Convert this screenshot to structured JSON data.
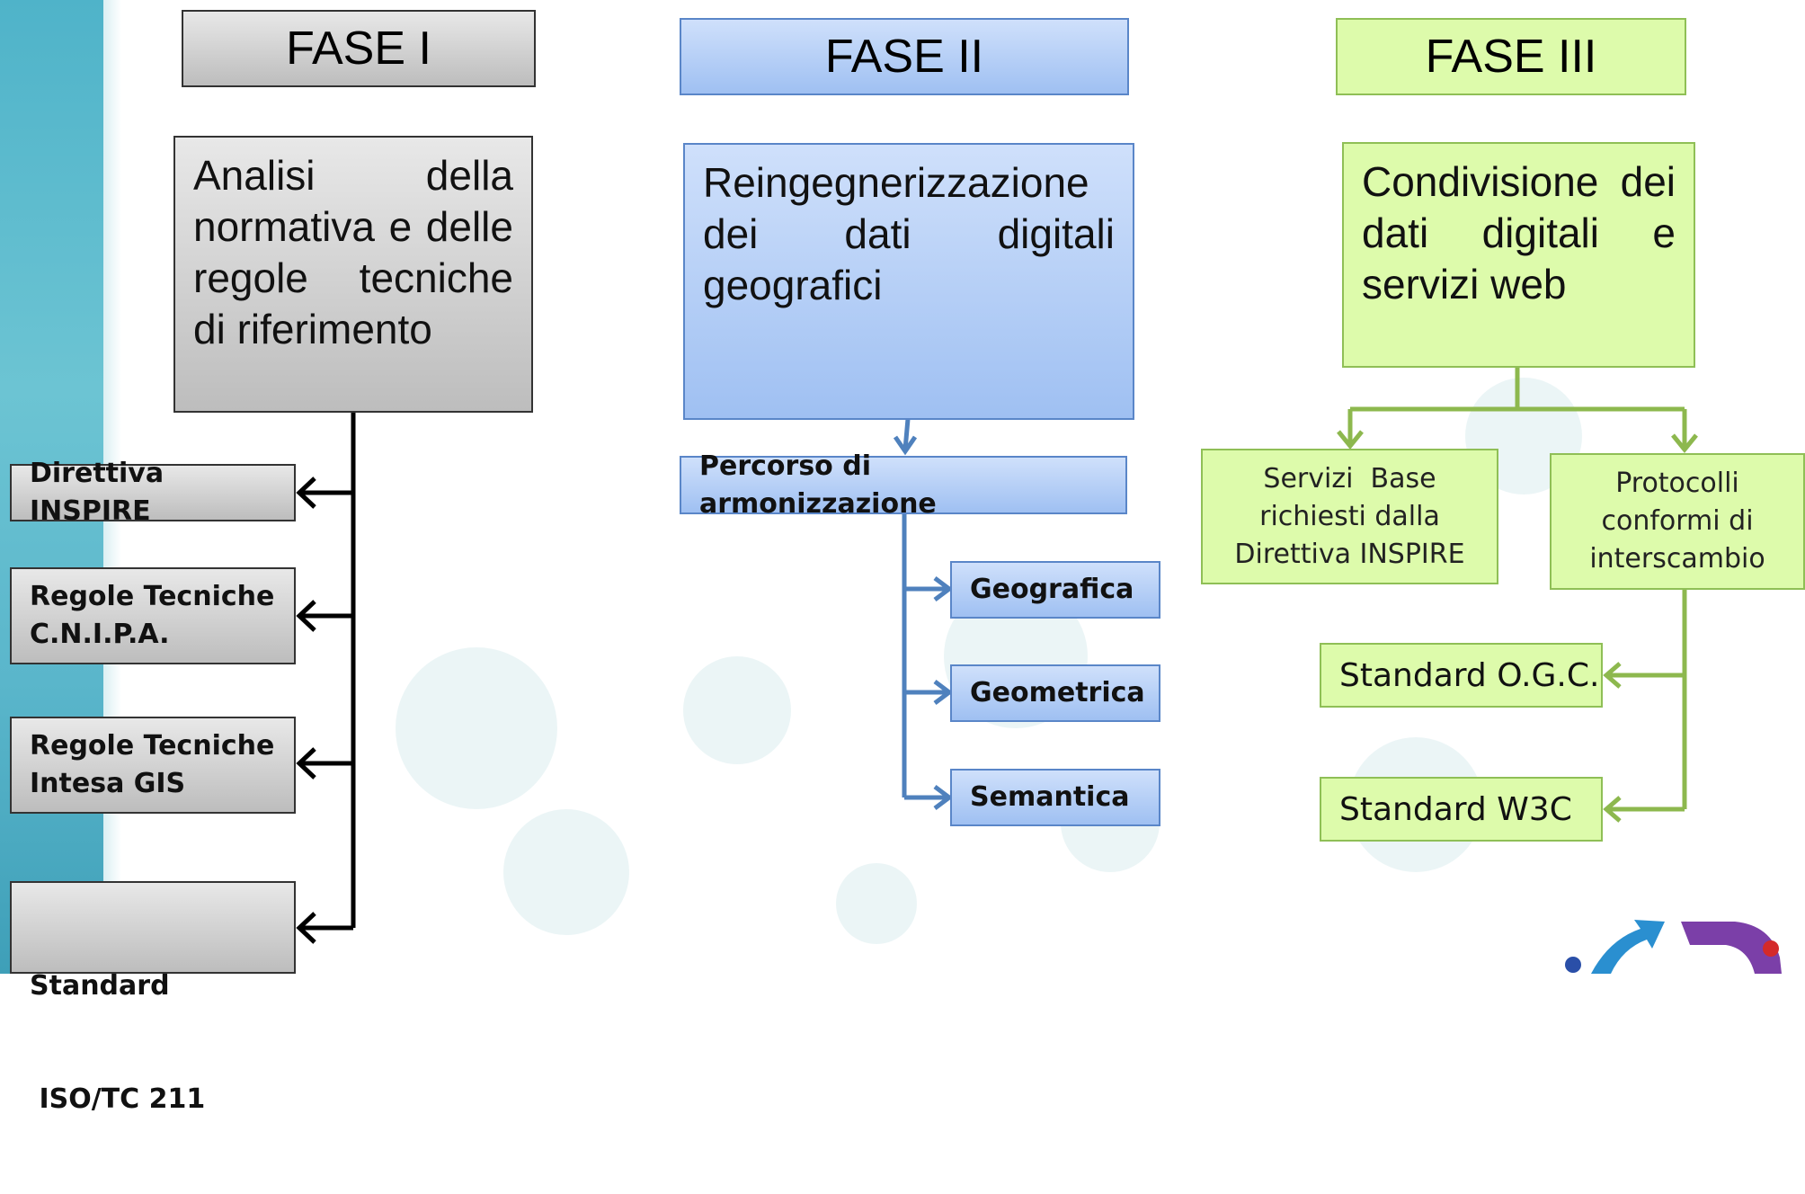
{
  "phase1": {
    "header": "FASE I",
    "description": "Analisi della normativa e delle regole tecniche di riferimento",
    "items": [
      {
        "line1": "Direttiva INSPIRE",
        "line2": ""
      },
      {
        "line1": "Regole Tecniche",
        "line2": "C.N.I.P.A."
      },
      {
        "line1": "Regole Tecniche",
        "line2": "Intesa GIS"
      },
      {
        "line1": "Standard",
        "line2": " ISO/TC 211"
      }
    ]
  },
  "phase2": {
    "header": "FASE II",
    "description": "Reingegnerizzazione dei dati digitali geografici",
    "harmonization": "Percorso di armonizzazione",
    "items": [
      "Geografica",
      "Geometrica",
      "Semantica"
    ]
  },
  "phase3": {
    "header": "FASE III",
    "description": "Condivisione dei dati digitali e servizi web",
    "services": {
      "line1": "Servizi  Base",
      "line2": "richiesti dalla",
      "line3": "Direttiva INSPIRE"
    },
    "protocols": {
      "line1": "Protocolli",
      "line2": "conformi di",
      "line3": "interscambio"
    },
    "standards": [
      "Standard O.G.C.",
      "Standard W3C"
    ]
  },
  "colors": {
    "phase1_line": "#000000",
    "phase2_line": "#4f81bd",
    "phase3_line": "#8db84e",
    "strip": "#4fb3c9"
  }
}
